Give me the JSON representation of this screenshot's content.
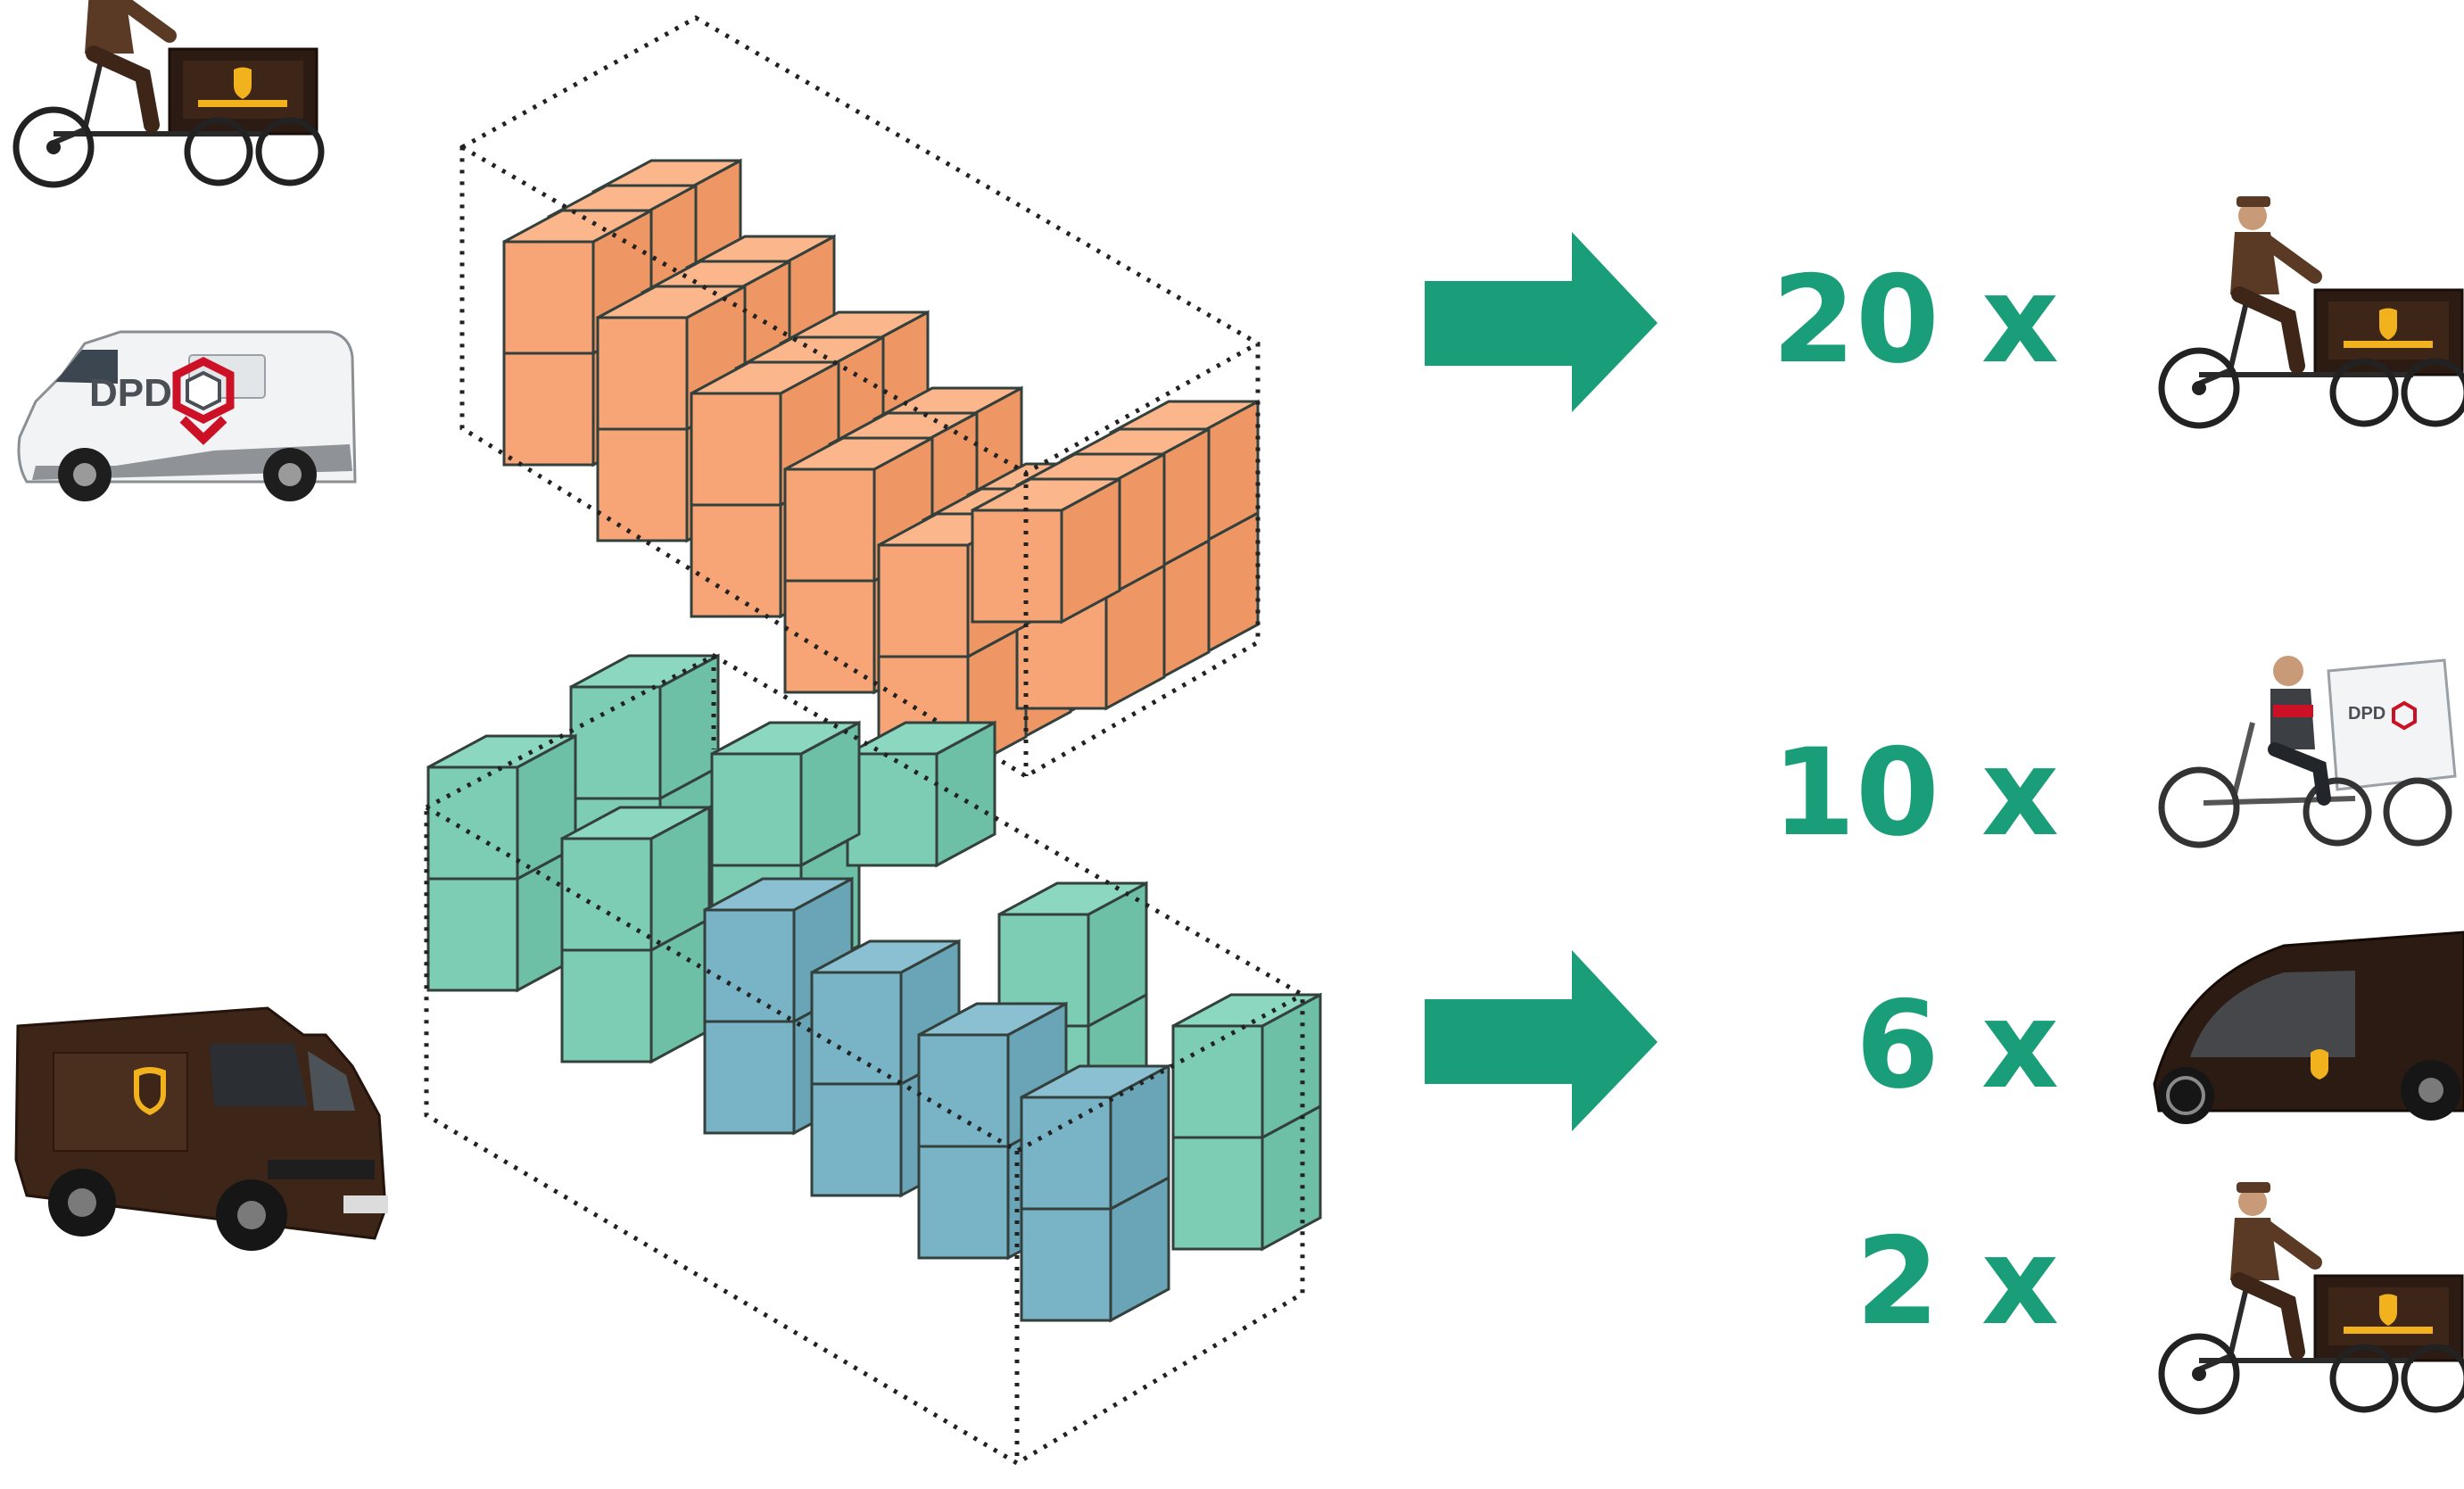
{
  "colors": {
    "accent": "#1a9e79",
    "box_orange": "#f7a577",
    "box_green": "#7ccdb4",
    "box_blue": "#79b3c6",
    "edge": "#33403c",
    "dpd_red": "#cc1126",
    "ups_brown": "#3d2518",
    "ups_gold": "#f2b21d"
  },
  "top_group": {
    "vehicle": {
      "name": "dpd-van",
      "logo_text": "DPD"
    },
    "arrow": "right-arrow",
    "options": [
      {
        "count": "20 x",
        "vehicle": "ups-cargo-bike"
      }
    ]
  },
  "bottom_group": {
    "vehicle": {
      "name": "ups-truck"
    },
    "arrow": "right-arrow",
    "options": [
      {
        "count": "10 x",
        "vehicle": "dpd-cargo-bike",
        "logo_text": "DPD"
      },
      {
        "count": "6 x",
        "vehicle": "ups-enclosed-cargo-bike"
      },
      {
        "count": "2 x",
        "vehicle": "ups-cargo-bike"
      }
    ]
  }
}
